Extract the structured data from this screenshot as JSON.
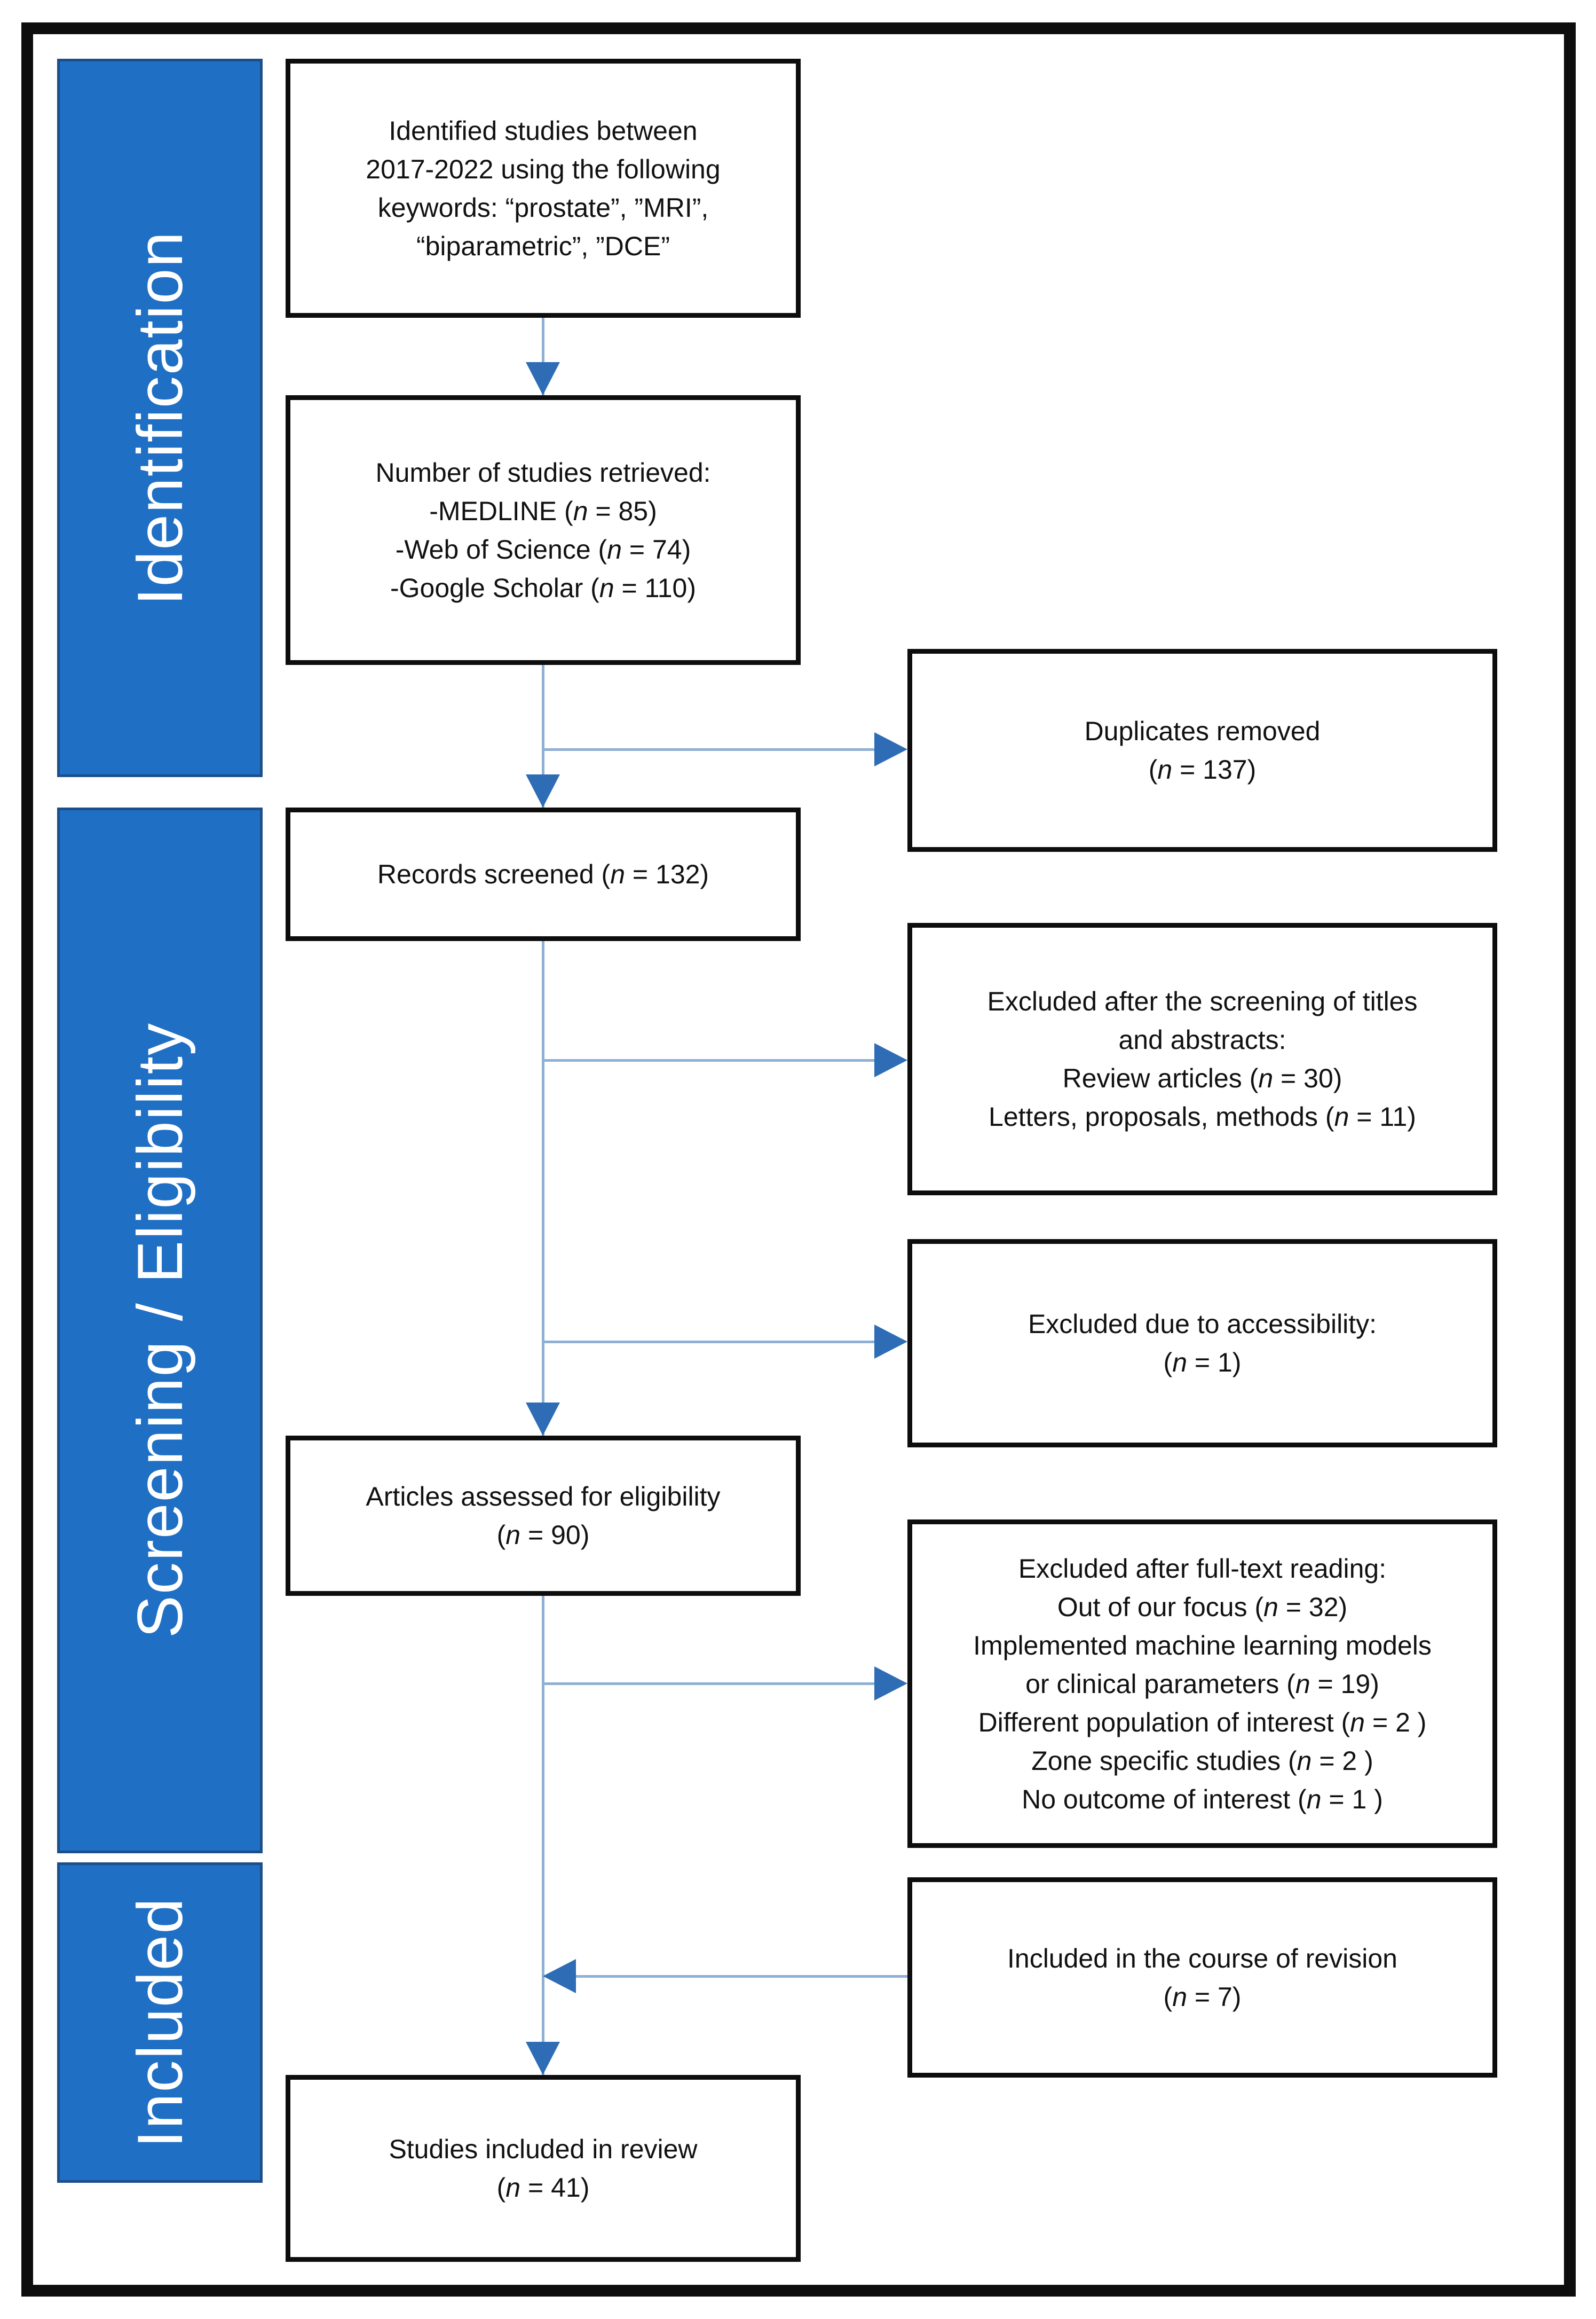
{
  "figure": {
    "type": "prisma_flow_diagram",
    "stages": [
      {
        "label": "Identification"
      },
      {
        "label": "Screening / Eligibility"
      },
      {
        "label": "Included"
      }
    ],
    "main_flow": [
      {
        "name": "identified-studies",
        "lines": [
          "Identified studies between",
          "2017-2022 using the following",
          "keywords: “prostate”, ”MRI”,",
          "“biparametric”, ”DCE”"
        ]
      },
      {
        "name": "studies-retrieved",
        "lines": [
          "Number of studies retrieved:",
          "-MEDLINE (*n* = 85)",
          "-Web of Science (*n* = 74)",
          "-Google Scholar (*n* = 110)"
        ]
      },
      {
        "name": "records-screened",
        "lines": [
          "Records screened (*n* = 132)"
        ]
      },
      {
        "name": "articles-assessed",
        "lines": [
          "Articles assessed for eligibility",
          "(*n* = 90)"
        ]
      },
      {
        "name": "studies-included",
        "lines": [
          "Studies included in review",
          "(*n* = 41)"
        ]
      }
    ],
    "side_flow": [
      {
        "name": "duplicates-removed",
        "lines": [
          "Duplicates removed",
          "(*n* = 137)"
        ]
      },
      {
        "name": "excluded-screening",
        "lines": [
          "Excluded after the screening of titles",
          "and abstracts:",
          "Review articles (*n* = 30)",
          "Letters, proposals, methods (*n* = 11)"
        ]
      },
      {
        "name": "excluded-accessibility",
        "lines": [
          "Excluded due to accessibility:",
          "(*n* = 1)"
        ]
      },
      {
        "name": "excluded-fulltext",
        "lines": [
          "Excluded after full-text reading:",
          "Out of our focus (*n* = 32)",
          "Implemented machine learning models",
          "or clinical parameters (*n* = 19)",
          "Different population of interest (*n* = 2 )",
          "Zone specific studies (*n* = 2 )",
          "No outcome of interest (*n* = 1 )"
        ]
      },
      {
        "name": "included-revision",
        "lines": [
          "Included in the course of revision",
          "(*n* = 7)"
        ]
      }
    ],
    "connections": [
      {
        "from": "identified-studies",
        "to": "studies-retrieved"
      },
      {
        "from": "studies-retrieved",
        "to": "records-screened"
      },
      {
        "from": "studies-retrieved",
        "to": "duplicates-removed"
      },
      {
        "from": "records-screened",
        "to": "articles-assessed"
      },
      {
        "from": "records-screened",
        "to": "excluded-screening"
      },
      {
        "from": "records-screened",
        "to": "excluded-accessibility"
      },
      {
        "from": "articles-assessed",
        "to": "studies-included"
      },
      {
        "from": "articles-assessed",
        "to": "excluded-fulltext"
      },
      {
        "from": "included-revision",
        "to": "studies-included"
      }
    ],
    "colors": {
      "stage_fill": "#1f6fc4",
      "stage_border": "#1c4e8a",
      "stage_text": "#ffffff",
      "box_border": "#0d0d0d",
      "arrow_line": "#8fb0d4",
      "arrow_head": "#2e6db5",
      "text": "#111111"
    }
  }
}
